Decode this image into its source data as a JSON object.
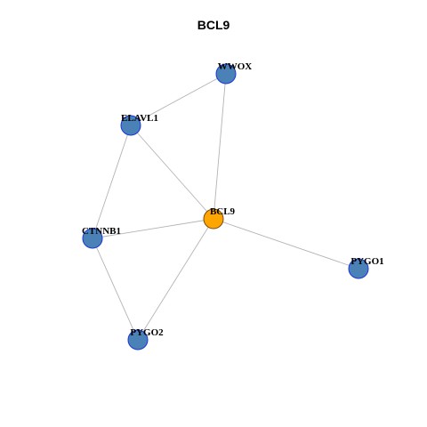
{
  "title": "BCL9",
  "colors": {
    "node_fill": "#4a82b8",
    "node_stroke": "#1a36d6",
    "focus_fill": "#ffa500",
    "focus_stroke": "#7a4a10",
    "edge": "#b4b4b4"
  },
  "nodes": [
    {
      "id": "WWOX",
      "label": "WWOX",
      "focus": false
    },
    {
      "id": "ELAVL1",
      "label": "ELAVL1",
      "focus": false
    },
    {
      "id": "BCL9",
      "label": "BCL9",
      "focus": true
    },
    {
      "id": "CTNNB1",
      "label": "CTNNB1",
      "focus": false
    },
    {
      "id": "PYGO1",
      "label": "PYGO1",
      "focus": false
    },
    {
      "id": "PYGO2",
      "label": "PYGO2",
      "focus": false
    }
  ],
  "edges": [
    {
      "source": "ELAVL1",
      "target": "WWOX"
    },
    {
      "source": "WWOX",
      "target": "BCL9"
    },
    {
      "source": "ELAVL1",
      "target": "BCL9"
    },
    {
      "source": "ELAVL1",
      "target": "CTNNB1"
    },
    {
      "source": "CTNNB1",
      "target": "BCL9"
    },
    {
      "source": "BCL9",
      "target": "PYGO1"
    },
    {
      "source": "BCL9",
      "target": "PYGO2"
    },
    {
      "source": "CTNNB1",
      "target": "PYGO2"
    }
  ]
}
